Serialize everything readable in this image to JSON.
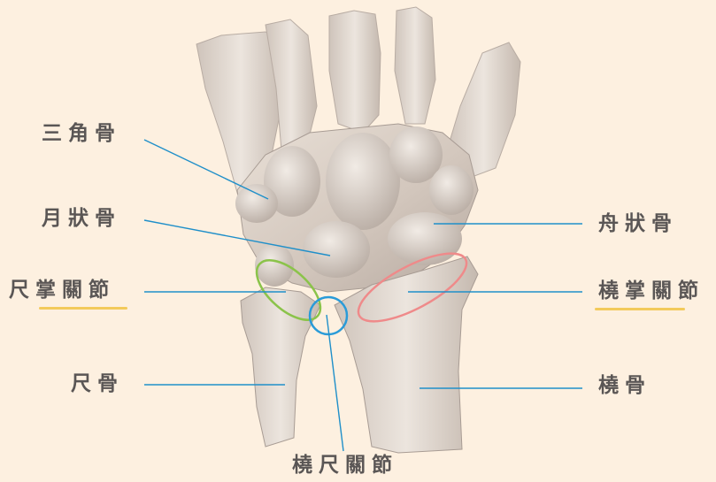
{
  "labels": {
    "triquetrum": "三角骨",
    "lunate": "月狀骨",
    "ulnocarpal_joint": "尺掌關節",
    "ulna": "尺骨",
    "scaphoid": "舟狀骨",
    "radiocarpal_joint": "橈掌關節",
    "radius": "橈骨",
    "radioulnar_joint": "橈尺關節"
  },
  "colors": {
    "background": "#fdf0e0",
    "label_text": "#5a5655",
    "leader_line": "#1f8fc9",
    "underline": "#f2c54d",
    "ulnocarpal_ring": "#8bc34a",
    "radiocarpal_ring": "#ef8a8a",
    "radioulnar_ring": "#2a9bd8",
    "bone_light": "#e7ddd3",
    "bone_shadow": "#a89c94"
  },
  "icons": {
    "illustration": "wrist-bones-illustration"
  }
}
